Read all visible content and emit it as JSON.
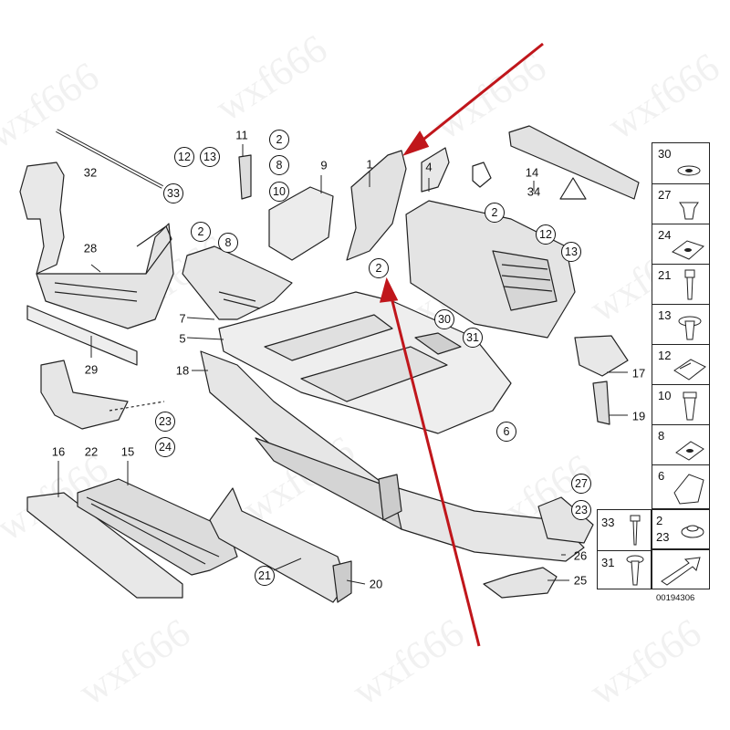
{
  "watermark_text": "wxf666",
  "labels": {
    "p1": "1",
    "p4": "4",
    "p5": "5",
    "p7": "7",
    "p9": "9",
    "p11": "11",
    "p14": "14",
    "p15": "15",
    "p16": "16",
    "p17": "17",
    "p18": "18",
    "p19": "19",
    "p20": "20",
    "p22": "22",
    "p25": "25",
    "p26": "26",
    "p28": "28",
    "p29": "29",
    "p32": "32",
    "p34": "34"
  },
  "circled": {
    "c2a": "2",
    "c8a": "8",
    "c10a": "10",
    "c12a": "12",
    "c13a": "13",
    "c33a": "33",
    "c2b": "2",
    "c8b": "8",
    "c2c": "2",
    "c2d": "2",
    "c12b": "12",
    "c13b": "13",
    "c30": "30",
    "c31": "31",
    "c6": "6",
    "c23": "23",
    "c24": "24",
    "c27": "27",
    "c23b": "23",
    "c21": "21"
  },
  "table": {
    "rows": [
      "30",
      "27",
      "24",
      "21",
      "13",
      "12",
      "10",
      "8",
      "6"
    ],
    "bottom_left": [
      "33",
      "31"
    ],
    "bottom_right": [
      "2",
      "23"
    ]
  },
  "catalog_number": "00194306",
  "colors": {
    "arrow": "#c0161b",
    "line": "#222222"
  }
}
